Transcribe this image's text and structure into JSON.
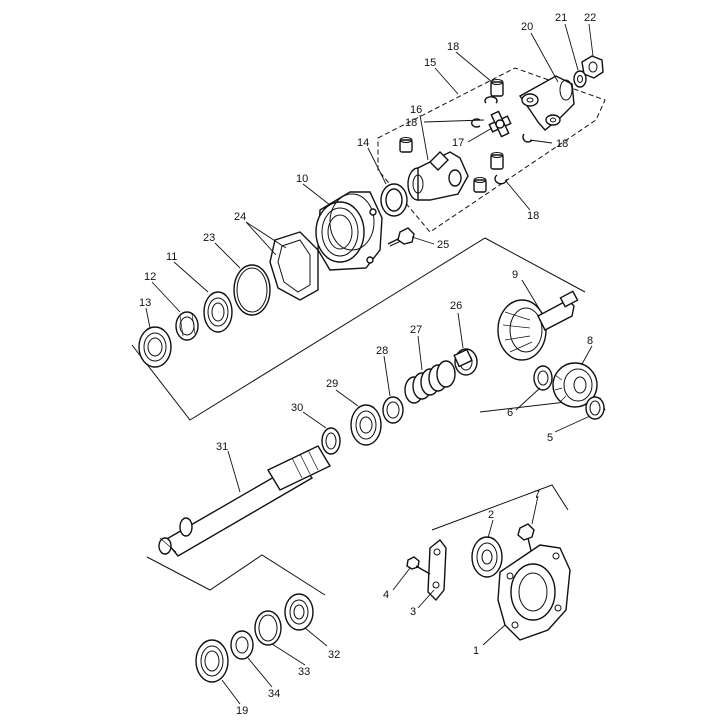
{
  "diagram": {
    "callouts": {
      "p1": "1",
      "p2": "2",
      "p3": "3",
      "p4": "4",
      "p5": "5",
      "p6": "6",
      "p7": "7",
      "p8": "8",
      "p9": "9",
      "p10": "10",
      "p11": "11",
      "p12": "12",
      "p13": "13",
      "p14": "14",
      "p15": "15",
      "p16": "16",
      "p17": "17",
      "p18a": "18",
      "p18b": "18",
      "p18c": "18",
      "p18d": "18",
      "p19": "19",
      "p20": "20",
      "p21": "21",
      "p22": "22",
      "p23": "23",
      "p24": "24",
      "p25": "25",
      "p26": "26",
      "p27": "27",
      "p28": "28",
      "p29": "29",
      "p30": "30",
      "p31": "31",
      "p32": "32",
      "p33": "33",
      "p34": "34"
    }
  }
}
